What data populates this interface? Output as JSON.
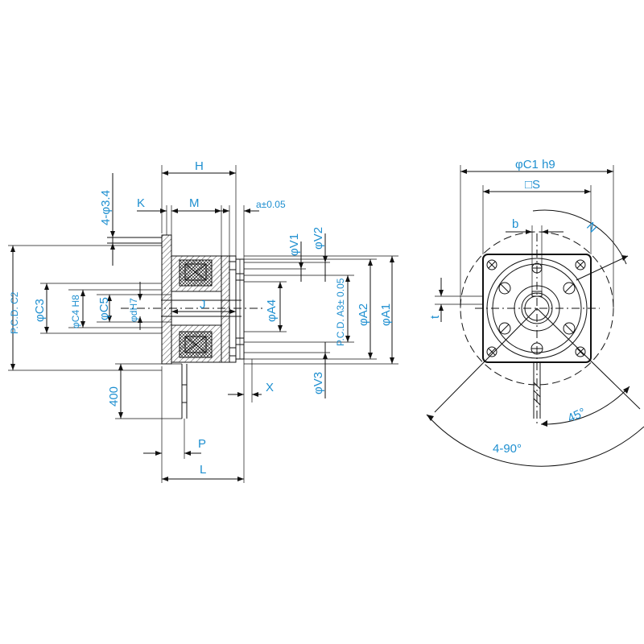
{
  "side_view": {
    "labels": {
      "H": "H",
      "K": "K",
      "M": "M",
      "a": "a±0.05",
      "holes": "4-φ3.4",
      "pcd_c2": "P.C.D. C2",
      "c3": "φC3",
      "c4": "φC4 H8",
      "c5": "φC5",
      "d": "φdH7",
      "J": "J",
      "v1": "φV1",
      "v2": "φV2",
      "a4": "φA4",
      "pcd_a3": "P.C.D. A3± 0.05",
      "a2": "φA2",
      "a1": "φA1",
      "v3": "φV3",
      "X": "X",
      "len400": "400",
      "P": "P",
      "L": "L"
    }
  },
  "front_view": {
    "labels": {
      "c1": "φC1 h9",
      "S": "□S",
      "b": "b",
      "N": "N",
      "t": "t",
      "angle45": "45°",
      "angle90": "4-90°"
    }
  }
}
